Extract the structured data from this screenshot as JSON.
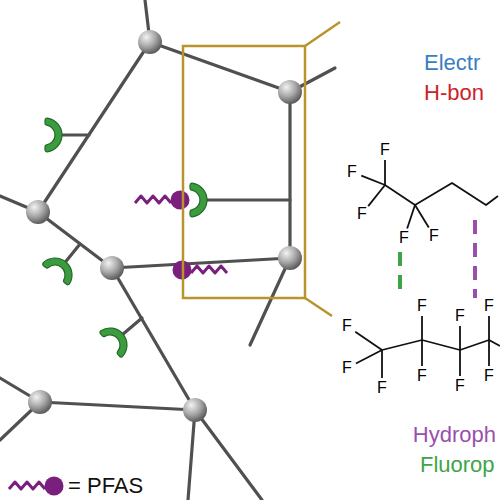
{
  "diagram": {
    "labels": [
      "Electr",
      "H-bon",
      "F",
      "F",
      "F",
      "F",
      "F",
      "F",
      "F",
      "F",
      "F",
      "F",
      "F",
      "F",
      "F",
      "F",
      "Hydroph",
      "Fluorop"
    ],
    "legend": [
      {
        "text": "= PFAS"
      }
    ]
  }
}
